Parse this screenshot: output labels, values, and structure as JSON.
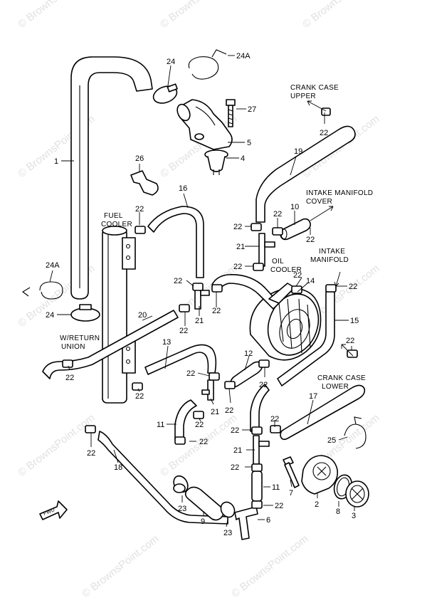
{
  "watermark": "© BrownsPoint.com",
  "notes": {
    "crank_case_upper": [
      "CRANK CASE",
      "UPPER"
    ],
    "intake_manifold_cover": [
      "INTAKE MANIFOLD",
      "COVER"
    ],
    "intake_manifold": [
      "INTAKE",
      "MANIFOLD"
    ],
    "fuel_cooler": [
      "FUEL",
      "COOLER"
    ],
    "oil_cooler": [
      "OIL",
      "COOLER"
    ],
    "w_return_union": [
      "W/RETURN",
      "UNION"
    ],
    "crank_case_lower": [
      "CRANK CASE",
      "LOWER"
    ]
  },
  "fwd_label": "FWD",
  "callouts": {
    "c1": "1",
    "c24a_top": "24A",
    "c24_top": "24",
    "c27": "27",
    "c5": "5",
    "c4": "4",
    "c26": "26",
    "c16": "16",
    "c19": "19",
    "c22_cu": "22",
    "c10": "10",
    "c22_a": "22",
    "c22_b": "22",
    "c22_c": "22",
    "c21_a": "21",
    "c22_d": "22",
    "c22_e": "22",
    "c14": "14",
    "c22_f": "22",
    "c22_g": "22",
    "c21_b": "21",
    "c22_h": "22",
    "c15": "15",
    "c24a_left": "24A",
    "c24_left": "24",
    "c20": "20",
    "c13": "13",
    "c12": "12",
    "c22_i": "22",
    "c22_j": "22",
    "c22_k": "22",
    "c22_l": "22",
    "c21_c": "21",
    "c22_m": "22",
    "c17": "17",
    "c22_n": "22",
    "c22_o": "22",
    "c22_p": "22",
    "c22_q": "22",
    "c21_d": "21",
    "c22_r": "22",
    "c11_a": "11",
    "c22_s": "22",
    "c22_t": "22",
    "c18": "18",
    "c25": "25",
    "c7": "7",
    "c2": "2",
    "c8": "8",
    "c3": "3",
    "c11_b": "11",
    "c23_a": "23",
    "c9": "9",
    "c23_b": "23",
    "c22_u": "22",
    "c6": "6",
    "c22_v": "22",
    "c22_w": "22",
    "c22_x": "22"
  }
}
